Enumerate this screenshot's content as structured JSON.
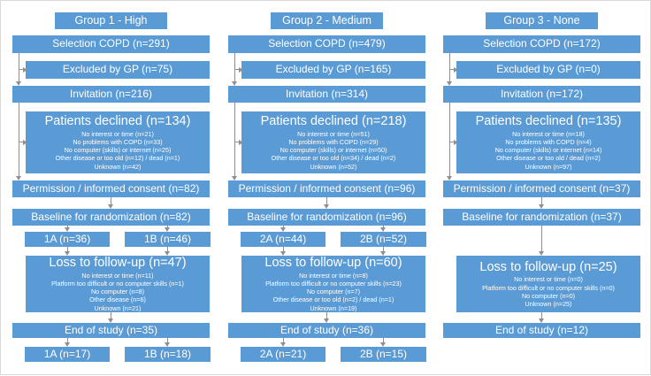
{
  "diagram": {
    "colors": {
      "box_fill": "#5b9bd5",
      "arrow_color": "#8f8f8f",
      "text_color": "#ffffff"
    },
    "groups": [
      {
        "title": "Group 1 - High",
        "selection": "Selection COPD (n=291)",
        "excluded": "Excluded by GP (n=75)",
        "invitation": "Invitation (n=216)",
        "declined": {
          "title": "Patients declined (n=134)",
          "items": [
            "No interest or time (n=21)",
            "No problems with COPD (n=33)",
            "No computer (skills) or internet (n=25)",
            "Other disease or too old (n=12) / dead (n=1)",
            "Unknown (n=42)"
          ]
        },
        "consent": "Permission / informed consent (n=82)",
        "baseline": "Baseline for randomization (n=82)",
        "arm_a": "1A (n=36)",
        "arm_b": "1B (n=46)",
        "loss": {
          "title": "Loss to follow-up (n=47)",
          "items": [
            "No interest or time (n=11)",
            "Platform too difficult or no computer skills (n=1)",
            "No computer (n=8)",
            "Other disease (n=6)",
            "Unknown (n=21)"
          ]
        },
        "end": "End of study (n=35)",
        "end_a": "1A (n=17)",
        "end_b": "1B (n=18)"
      },
      {
        "title": "Group 2 - Medium",
        "selection": "Selection COPD (n=479)",
        "excluded": "Excluded by GP (n=165)",
        "invitation": "Invitation (n=314)",
        "declined": {
          "title": "Patients declined (n=218)",
          "items": [
            "No interest or time (n=51)",
            "No problems with COPD (n=29)",
            "No computer (skills) or internet (n=50)",
            "Other disease or too old (n=34) / dead (n=2)",
            "Unknown (n=52)"
          ]
        },
        "consent": "Permission / informed consent (n=96)",
        "baseline": "Baseline for randomization (n=96)",
        "arm_a": "2A (n=44)",
        "arm_b": "2B (n=52)",
        "loss": {
          "title": "Loss to follow-up (n=60)",
          "items": [
            "No interest or time (n=8)",
            "Platform too difficult or no computer skills (n=23)",
            "No computer (n=7)",
            "Other disease or too old (n=2) / dead (n=1)",
            "Unknown (n=19)"
          ]
        },
        "end": "End of study (n=36)",
        "end_a": "2A (n=21)",
        "end_b": "2B (n=15)"
      },
      {
        "title": "Group 3 - None",
        "selection": "Selection COPD (n=172)",
        "excluded": "Excluded by GP (n=0)",
        "invitation": "Invitation (n=172)",
        "declined": {
          "title": "Patients declined (n=135)",
          "items": [
            "No interest or time (n=18)",
            "No problems with COPD (n=4)",
            "No computer (skills) or internet (n=14)",
            "Other disease or too old / dead (n=2)",
            "Unknown (n=97)"
          ]
        },
        "consent": "Permission / informed consent (n=37)",
        "baseline": "Baseline for randomization (n=37)",
        "loss": {
          "title": "Loss to follow-up (n=25)",
          "items": [
            "No interest or time (n=0)",
            "Platform too difficult or no computer skills (n=0)",
            "No computer (n=0)",
            "Unknown (n=25)"
          ]
        },
        "end": "End of study (n=12)"
      }
    ]
  }
}
